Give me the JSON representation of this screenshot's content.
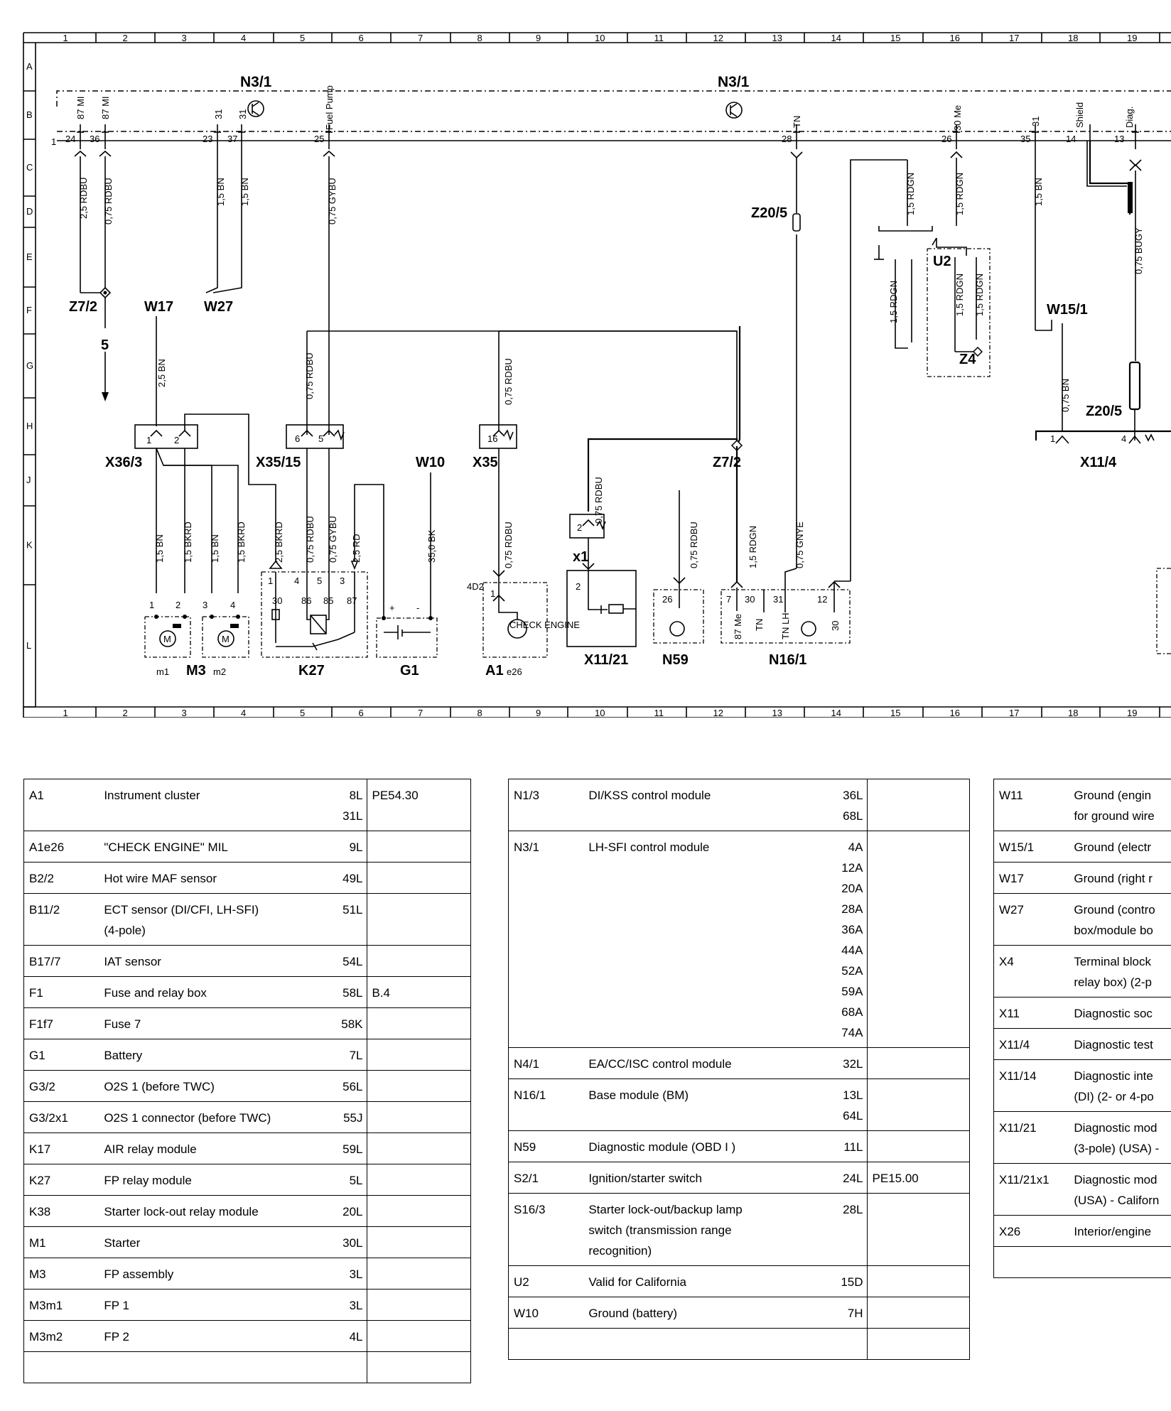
{
  "diagram": {
    "columns": [
      "1",
      "2",
      "3",
      "4",
      "5",
      "6",
      "7",
      "8",
      "9",
      "10",
      "11",
      "12",
      "13",
      "14",
      "15",
      "16",
      "17",
      "18",
      "19"
    ],
    "rows": [
      "A",
      "B",
      "C",
      "D",
      "E",
      "F",
      "G",
      "H",
      "J",
      "K",
      "L"
    ],
    "top_labels": {
      "n3_1_left": "N3/1",
      "n3_1_right": "N3/1"
    },
    "pins_top": [
      {
        "num": "24",
        "term": "87 MI"
      },
      {
        "num": "36",
        "term": "87 MI"
      },
      {
        "num": "23",
        "term": "31"
      },
      {
        "num": "37",
        "term": "31"
      },
      {
        "num": "25",
        "term": "Fuel Pump"
      },
      {
        "num": "28",
        "term": "TN"
      },
      {
        "num": "26",
        "term": "30 Me"
      },
      {
        "num": "35",
        "term": "31"
      },
      {
        "num": "14",
        "term": "Shield"
      },
      {
        "num": "13",
        "term": "Diag."
      }
    ],
    "pin_one": "1",
    "wires": {
      "w1": "2,5 RDBU",
      "w2": "0,75 RDBU",
      "w3": "1,5 BN",
      "w4": "1,5 BN",
      "w5": "0,75 GYBU",
      "w6": "1,5 RDGN",
      "w7": "1,5 RDGN",
      "w8": "1,5 BN",
      "w9": "0,75 BUGY",
      "w10": "1,5 RDGN",
      "w11": "1,5 RDGN",
      "w12": "1,5 RDGN",
      "w13": "2,5 BN",
      "w14": "0,75 RDBU",
      "w15": "0,75 RDBU",
      "w16": "0,75 BN",
      "w17": "1,5 BN",
      "w18": "1,5 BKRD",
      "w19": "1,5 BN",
      "w20": "1,5 BKRD",
      "w21": "2,5 BKRD",
      "w22": "0,75 RDBU",
      "w23": "0,75 GYBU",
      "w24": "2,5 RD",
      "w25": "35,0 BK",
      "w26": "0,75 RDBU",
      "w27": "0,75 RDBU",
      "w28": "0,75 RDBU",
      "w29": "1,5 RDGN",
      "w30": "0,75 GNYE"
    },
    "components": {
      "z20_5_top": "Z20/5",
      "z20_5_bottom": "Z20/5",
      "u2": "U2",
      "z4": "Z4",
      "z7_2_left": "Z7/2",
      "arrow_5": "5",
      "w17": "W17",
      "w27": "W27",
      "w15_1": "W15/1",
      "x36_3": "X36/3",
      "x35_15": "X35/15",
      "w10": "W10",
      "x35": "X35",
      "z7_2_mid": "Z7/2",
      "x11_4": "X11/4",
      "x1": "x1",
      "d402": "4D2",
      "m1": "m1",
      "m3": "M3",
      "m2": "m2",
      "k27": "K27",
      "g1": "G1",
      "a1e26_a": "A1",
      "a1e26_b": "e26",
      "check_engine": "CHECK ENGINE",
      "x11_21": "X11/21",
      "n59": "N59",
      "n16_1": "N16/1",
      "plus": "+",
      "minus": "-"
    },
    "pins_small": {
      "x36_3": [
        "1",
        "2"
      ],
      "x35_15": [
        "6",
        "5"
      ],
      "x35": [
        "16"
      ],
      "k27": [
        "1",
        "4",
        "5",
        "3",
        "30",
        "86",
        "85",
        "87"
      ],
      "x1": [
        "2"
      ],
      "x11_21": [
        "2"
      ],
      "n59": [
        "26"
      ],
      "n16_1": [
        "7",
        "30",
        "31",
        "12",
        "87 Me",
        "TN",
        "TN LH",
        "30"
      ],
      "a1": [
        "1"
      ],
      "m": [
        "1",
        "2",
        "3",
        "4"
      ],
      "x11_4": [
        "1",
        "4"
      ]
    }
  },
  "legend": {
    "col1": [
      {
        "code": "A1",
        "desc": "Instrument cluster",
        "loc": "8L\n31L",
        "ref": "PE54.30"
      },
      {
        "code": "A1e26",
        "desc": "\"CHECK ENGINE\" MIL",
        "loc": "9L",
        "ref": ""
      },
      {
        "code": "B2/2",
        "desc": "Hot wire MAF sensor",
        "loc": "49L",
        "ref": ""
      },
      {
        "code": "B11/2",
        "desc": "ECT sensor (DI/CFI, LH-SFI)\n(4-pole)",
        "loc": "51L",
        "ref": ""
      },
      {
        "code": "B17/7",
        "desc": "IAT sensor",
        "loc": "54L",
        "ref": ""
      },
      {
        "code": "F1",
        "desc": "Fuse and relay box",
        "loc": "58L",
        "ref": "B.4"
      },
      {
        "code": "F1f7",
        "desc": "Fuse 7",
        "loc": "58K",
        "ref": ""
      },
      {
        "code": "G1",
        "desc": "Battery",
        "loc": "7L",
        "ref": ""
      },
      {
        "code": "G3/2",
        "desc": "O2S 1 (before TWC)",
        "loc": "56L",
        "ref": ""
      },
      {
        "code": "G3/2x1",
        "desc": "O2S 1 connector (before TWC)",
        "loc": "55J",
        "ref": ""
      },
      {
        "code": "K17",
        "desc": "AIR relay module",
        "loc": "59L",
        "ref": ""
      },
      {
        "code": "K27",
        "desc": "FP relay module",
        "loc": "5L",
        "ref": ""
      },
      {
        "code": "K38",
        "desc": "Starter lock-out relay module",
        "loc": "20L",
        "ref": ""
      },
      {
        "code": "M1",
        "desc": "Starter",
        "loc": "30L",
        "ref": ""
      },
      {
        "code": "M3",
        "desc": "FP assembly",
        "loc": "3L",
        "ref": ""
      },
      {
        "code": "M3m1",
        "desc": "FP 1",
        "loc": "3L",
        "ref": ""
      },
      {
        "code": "M3m2",
        "desc": "FP 2",
        "loc": "4L",
        "ref": ""
      },
      {
        "code": "",
        "desc": "",
        "loc": "",
        "ref": ""
      }
    ],
    "col2": [
      {
        "code": "N1/3",
        "desc": "DI/KSS control module",
        "loc": "36L\n68L",
        "ref": ""
      },
      {
        "code": "N3/1",
        "desc": "LH-SFI control module",
        "loc": "4A\n12A\n20A\n28A\n36A\n44A\n52A\n59A\n68A\n74A",
        "ref": ""
      },
      {
        "code": "N4/1",
        "desc": "EA/CC/ISC control module",
        "loc": "32L",
        "ref": ""
      },
      {
        "code": "N16/1",
        "desc": "Base module (BM)",
        "loc": "13L\n64L",
        "ref": ""
      },
      {
        "code": "N59",
        "desc": "Diagnostic module (OBD I )",
        "loc": "11L",
        "ref": ""
      },
      {
        "code": "S2/1",
        "desc": "Ignition/starter switch",
        "loc": "24L",
        "ref": "PE15.00"
      },
      {
        "code": "S16/3",
        "desc": "Starter lock-out/backup lamp\nswitch (transmission range\nrecognition)",
        "loc": "28L",
        "ref": ""
      },
      {
        "code": "U2",
        "desc": "Valid for California",
        "loc": "15D",
        "ref": ""
      },
      {
        "code": "W10",
        "desc": "Ground (battery)",
        "loc": "7H",
        "ref": ""
      },
      {
        "code": "",
        "desc": "",
        "loc": "",
        "ref": ""
      }
    ],
    "col3": [
      {
        "code": "W11",
        "desc": "Ground (engin\nfor ground wire"
      },
      {
        "code": "W15/1",
        "desc": "Ground (electr"
      },
      {
        "code": "W17",
        "desc": "Ground (right r"
      },
      {
        "code": "W27",
        "desc": "Ground (contro\nbox/module bo"
      },
      {
        "code": "X4",
        "desc": "Terminal block\nrelay box) (2-p"
      },
      {
        "code": "X11",
        "desc": "Diagnostic soc"
      },
      {
        "code": "X11/4",
        "desc": "Diagnostic test"
      },
      {
        "code": "X11/14",
        "desc": "Diagnostic inte\n(DI) (2- or 4-po"
      },
      {
        "code": "X11/21",
        "desc": "Diagnostic mod\n(3-pole) (USA) -"
      },
      {
        "code": "X11/21x1",
        "desc": "Diagnostic mod\n(USA) - Californ"
      },
      {
        "code": "X26",
        "desc": "Interior/engine"
      },
      {
        "code": "",
        "desc": ""
      }
    ]
  }
}
